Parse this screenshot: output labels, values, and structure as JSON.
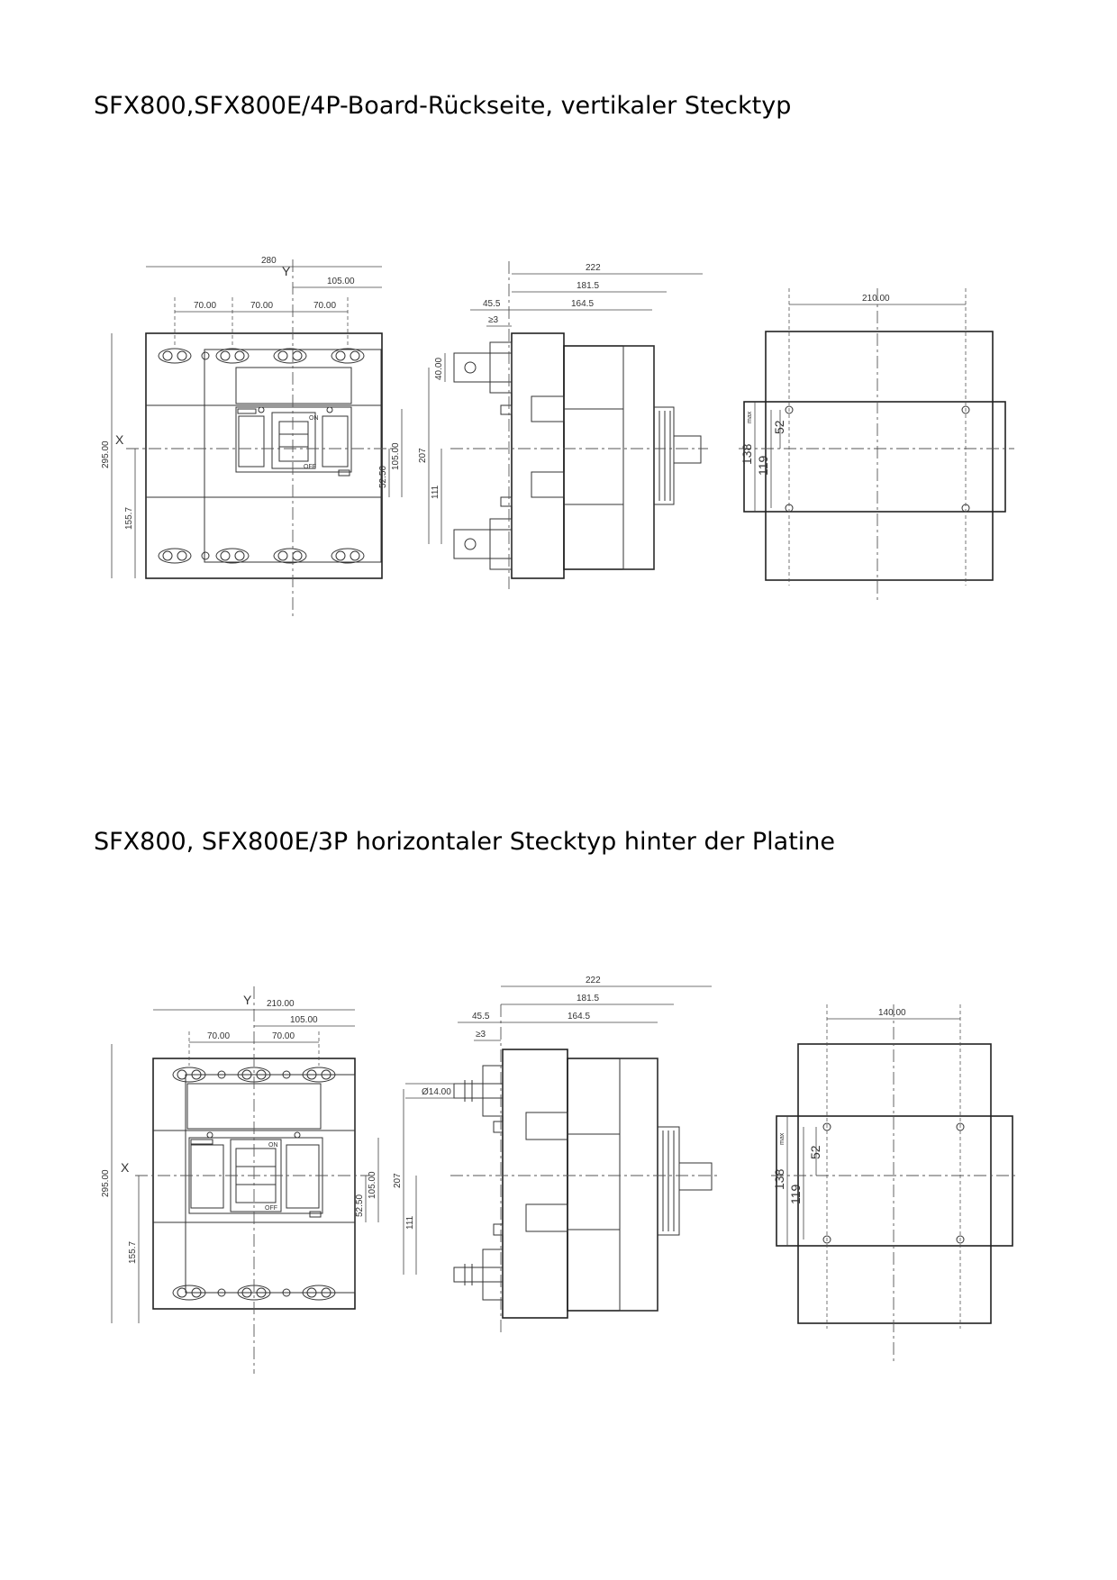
{
  "section1": {
    "title": "SFX800,SFX800E/4P-Board-Rückseite, vertikaler Stecktyp",
    "front": {
      "axis_x": "X",
      "axis_y": "Y",
      "overall_width": "280",
      "half_width": "105.00",
      "pitch_1": "70.00",
      "pitch_2": "70.00",
      "pitch_3": "70.00",
      "overall_height": "295.00",
      "lower_height": "155.7",
      "upper_offset": "105.00",
      "lower_offset": "52.50",
      "label_on": "ON",
      "label_off": "OFF"
    },
    "side": {
      "overall_depth": "222",
      "depth_2": "181.5",
      "depth_3": "164.5",
      "terminal_ext": "45.5",
      "min_clearance": "≥3",
      "terminal_height": "40.00",
      "total_height": "207",
      "terminal_spacing": "111"
    },
    "cutout": {
      "width": "210.00",
      "height": "138",
      "max_label": "max",
      "hole_vertical": "52",
      "hole_spacing": "119"
    }
  },
  "section2": {
    "title": "SFX800, SFX800E/3P horizontaler Stecktyp hinter der Platine",
    "front": {
      "axis_x": "X",
      "axis_y": "Y",
      "overall_width": "210.00",
      "half_width": "105.00",
      "pitch_1": "70.00",
      "pitch_2": "70.00",
      "overall_height": "295.00",
      "lower_height": "155.7",
      "upper_offset": "105.00",
      "lower_offset": "52.50",
      "label_on": "ON",
      "label_off": "OFF"
    },
    "side": {
      "overall_depth": "222",
      "depth_2": "181.5",
      "depth_3": "164.5",
      "terminal_ext": "45.5",
      "min_clearance": "≥3",
      "terminal_diameter": "Ø14.00",
      "total_height": "207",
      "terminal_spacing": "111"
    },
    "cutout": {
      "width": "140.00",
      "height": "138",
      "max_label": "max",
      "hole_vertical": "52",
      "hole_spacing": "119"
    }
  }
}
